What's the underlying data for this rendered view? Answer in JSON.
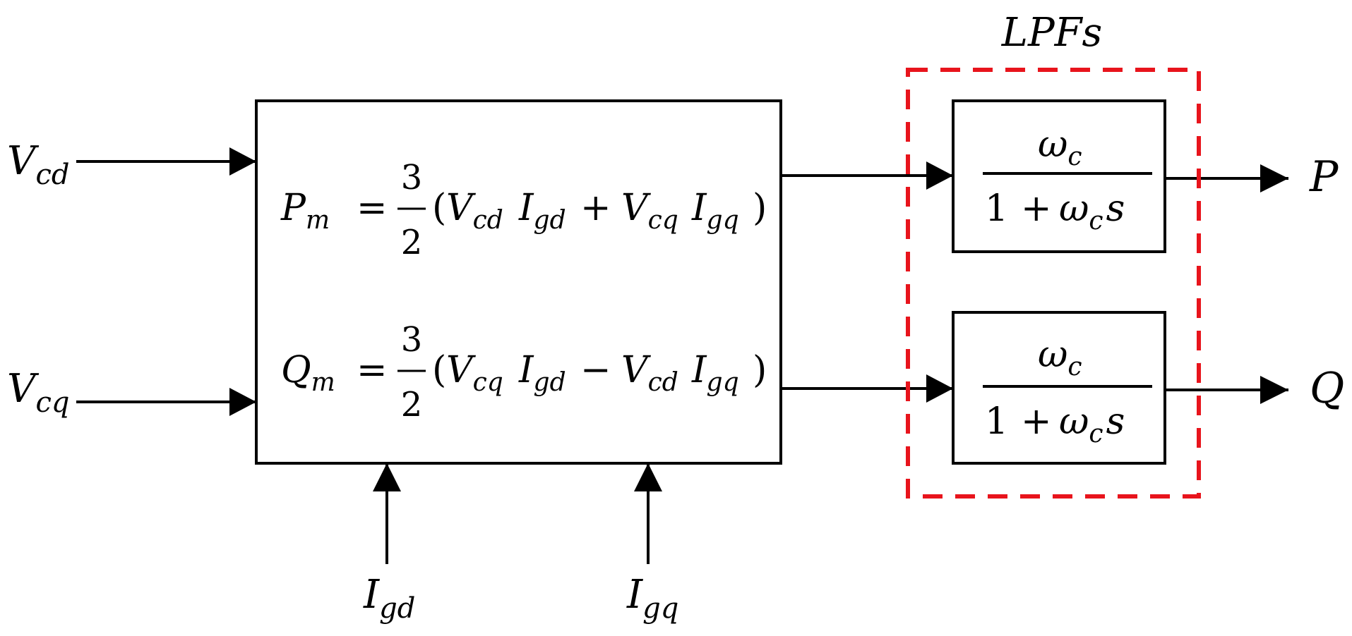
{
  "inputs": {
    "vcd": {
      "base": "V",
      "sub": "cd"
    },
    "vcq": {
      "base": "V",
      "sub": "cq"
    },
    "igd": {
      "base": "I",
      "sub": "gd"
    },
    "igq": {
      "base": "I",
      "sub": "gq"
    }
  },
  "calc_block": {
    "p_eq": {
      "lhs_base": "P",
      "lhs_sub": "m",
      "equals": "=",
      "frac_num": "3",
      "frac_den": "2",
      "open_paren": "(",
      "t1_base": "V",
      "t1_sub": "cd",
      "t2_base": "I",
      "t2_sub": "gd",
      "op": "+",
      "t3_base": "V",
      "t3_sub": "cq",
      "t4_base": "I",
      "t4_sub": "gq",
      "close_paren": ")"
    },
    "q_eq": {
      "lhs_base": "Q",
      "lhs_sub": "m",
      "equals": "=",
      "frac_num": "3",
      "frac_den": "2",
      "open_paren": "(",
      "t1_base": "V",
      "t1_sub": "cq",
      "t2_base": "I",
      "t2_sub": "gd",
      "op": "−",
      "t3_base": "V",
      "t3_sub": "cd",
      "t4_base": "I",
      "t4_sub": "gq",
      "close_paren": ")"
    }
  },
  "lpf_group": {
    "label": "LPFs",
    "border_color": "#e8141c",
    "filters": [
      {
        "num_base": "ω",
        "num_sub": "c",
        "den_one": "1",
        "den_op": "+",
        "den_base": "ω",
        "den_sub": "c",
        "den_var": "s"
      },
      {
        "num_base": "ω",
        "num_sub": "c",
        "den_one": "1",
        "den_op": "+",
        "den_base": "ω",
        "den_sub": "c",
        "den_var": "s"
      }
    ]
  },
  "outputs": {
    "p": "P",
    "q": "Q"
  }
}
